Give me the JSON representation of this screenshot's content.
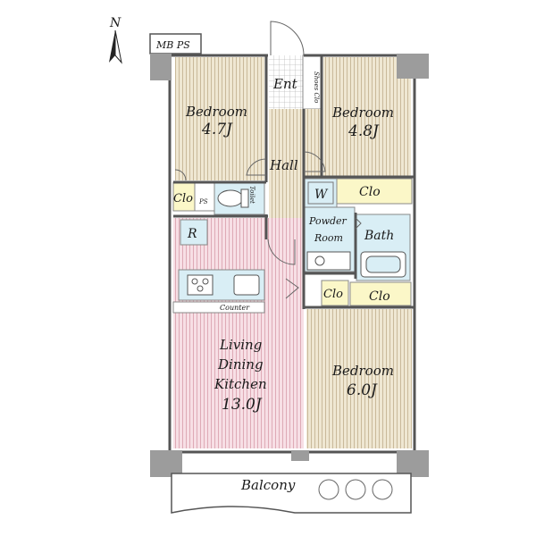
{
  "compass": {
    "label": "N"
  },
  "labels": {
    "mbps": "MB PS",
    "ent": "Ent",
    "shoes_clo": "Shoes Clo",
    "bedroom_nw_name": "Bedroom",
    "bedroom_nw_size": "4.7J",
    "bedroom_ne_name": "Bedroom",
    "bedroom_ne_size": "4.8J",
    "hall": "Hall",
    "clo_left": "Clo",
    "ps": "PS",
    "toilet": "Toilet",
    "w": "W",
    "clo_w": "Clo",
    "powder_1": "Powder",
    "powder_2": "Room",
    "bath": "Bath",
    "r": "R",
    "counter": "Counter",
    "clo_mid": "Clo",
    "clo_right": "Clo",
    "ldk_1": "Living",
    "ldk_2": "Dining",
    "ldk_3": "Kitchen",
    "ldk_4": "13.0J",
    "bedroom_se_name": "Bedroom",
    "bedroom_se_size": "6.0J",
    "balcony": "Balcony"
  },
  "colors": {
    "bedroom_fill": "#efe7d2",
    "ldk_fill": "#f6dde3",
    "wet_fill": "#d9eef5",
    "closet_fill": "#fbf7c8",
    "hall_fill": "#e9e1cc",
    "column_fill": "#9c9c9c",
    "wall": "#555555"
  }
}
